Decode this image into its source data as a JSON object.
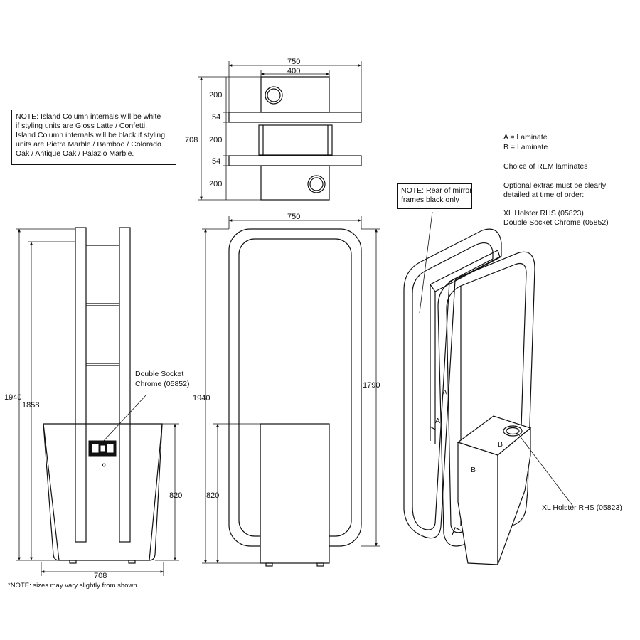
{
  "notes": {
    "internals": [
      "NOTE: Island Column internals will be white",
      "if styling units are Gloss Latte / Confetti.",
      "Island Column internals will be black if styling",
      "units are Pietra Marble / Bamboo / Colorado",
      "Oak / Antique Oak / Palazio Marble."
    ],
    "mirror_rear": [
      "NOTE: Rear of mirror",
      "frames black only"
    ],
    "sizes": "*NOTE: sizes may vary slightly from shown"
  },
  "legend": {
    "a": "A = Laminate",
    "b": "B = Laminate",
    "choice": "Choice of REM laminates",
    "optional_1": "Optional extras must be clearly",
    "optional_2": "detailed at time of order:",
    "extra_1": "XL Holster RHS (05823)",
    "extra_2": "Double Socket Chrome (05852)"
  },
  "callouts": {
    "socket_1": "Double Socket",
    "socket_2": "Chrome (05852)",
    "holster": "XL Holster RHS (05823)",
    "mark_a": "A",
    "mark_b": "B"
  },
  "dimensions": {
    "top_width": "750",
    "top_inner": "400",
    "top_depth": "708",
    "seg_200": "200",
    "seg_54": "54",
    "front_width": "750",
    "height_total": "1940",
    "height_frame": "1858",
    "height_mirror": "1790",
    "base_height": "820",
    "base_width": "708"
  }
}
